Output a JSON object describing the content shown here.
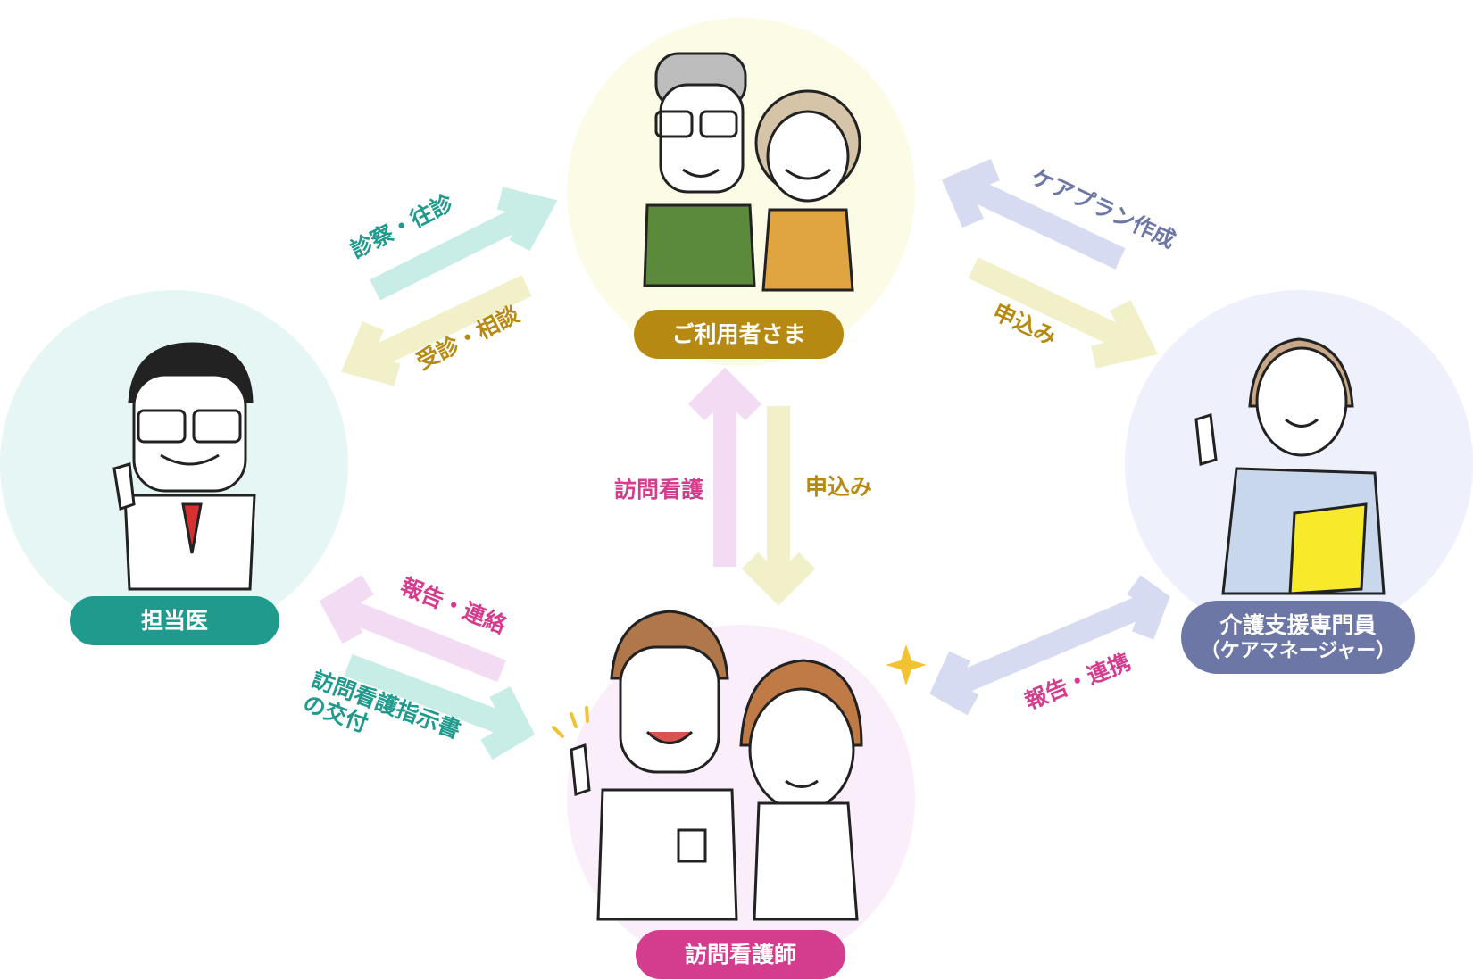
{
  "nodes": {
    "user": {
      "label": "ご利用者さま",
      "color": "#b68a12",
      "circle": "#fbfbe6"
    },
    "doctor": {
      "label": "担当医",
      "color": "#1f9a8c",
      "circle": "#e6f6f4"
    },
    "manager": {
      "label": "介護支援専門員",
      "sublabel": "（ケアマネージャー）",
      "color": "#6d77a6",
      "circle": "#eef0fb"
    },
    "nurse": {
      "label": "訪問看護師",
      "color": "#d43d8e",
      "circle": "#fbeefb"
    }
  },
  "edges": {
    "shinsatsu": {
      "label": "診察・往診",
      "color": "#1f9a8c",
      "arrow": "#c8ede7"
    },
    "jushin": {
      "label": "受診・相談",
      "color": "#b68a12",
      "arrow": "#f2f0c8"
    },
    "careplan": {
      "label": "ケアプラン作成",
      "color": "#6d77a6",
      "arrow": "#d6dbf2"
    },
    "moushikomi_r": {
      "label": "申込み",
      "color": "#b68a12",
      "arrow": "#f2f0c8"
    },
    "houmon": {
      "label": "訪問看護",
      "color": "#d43d8e",
      "arrow": "#f3dcf3"
    },
    "moushikomi_c": {
      "label": "申込み",
      "color": "#b68a12",
      "arrow": "#f2f0c8"
    },
    "houkoku_l": {
      "label": "報告・連絡",
      "color": "#d43d8e",
      "arrow": "#f3dcf3"
    },
    "shijisho": {
      "label": "訪問看護指示書\nの交付",
      "color": "#1f9a8c",
      "arrow": "#c8ede7"
    },
    "houkoku_r": {
      "label": "報告・連携",
      "color": "#d43d8e",
      "arrow": "#d6dbf2"
    }
  }
}
